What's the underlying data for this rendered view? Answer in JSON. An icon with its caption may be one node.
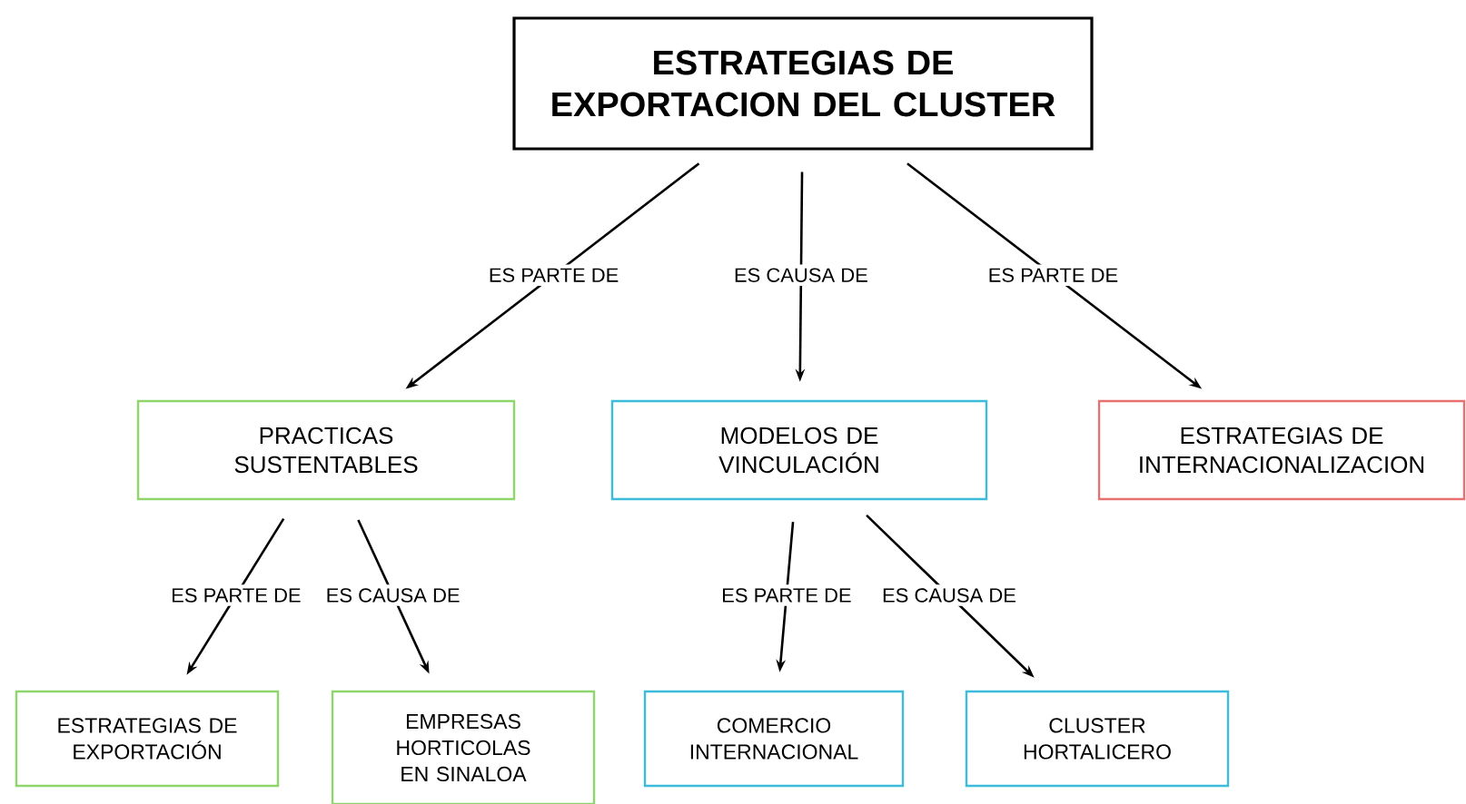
{
  "diagram": {
    "nodes": [
      {
        "text": [
          "ESTRATEGIAS DE EXPORTACION DEL CLUSTER"
        ]
      },
      {
        "text": [
          "PRACTICAS SUSTENTABLES"
        ]
      },
      {
        "text": [
          "MODELOS DE VINCULACIÓN"
        ]
      },
      {
        "text": [
          "ESTRATEGIAS DE INTERNACIONALIZACION"
        ]
      },
      {
        "text": [
          "ESTRATEGIAS DE EXPORTACIÓN"
        ]
      },
      {
        "text": [
          "EMPRESAS HORTICOLAS EN SINALOA"
        ]
      },
      {
        "text": [
          "COMERCIO INTERNACIONAL"
        ]
      },
      {
        "text": [
          "CLUSTER HORTALICERO"
        ]
      }
    ],
    "edges": [
      {
        "from": 0,
        "to": 1,
        "arrow": "to",
        "label": "ES PARTE DE"
      },
      {
        "from": 0,
        "to": 2,
        "arrow": "to",
        "label": "ES CAUSA DE"
      },
      {
        "from": 0,
        "to": 3,
        "arrow": "to",
        "label": "ES PARTE DE"
      },
      {
        "from": 1,
        "to": 4,
        "arrow": "to",
        "label": "ES PARTE DE"
      },
      {
        "from": 1,
        "to": 5,
        "arrow": "to",
        "label": "ES CAUSA DE"
      },
      {
        "from": 2,
        "to": 6,
        "arrow": "to",
        "label": "ES PARTE DE"
      },
      {
        "from": 2,
        "to": 7,
        "arrow": "to",
        "label": "ES CAUSA DE"
      }
    ]
  }
}
